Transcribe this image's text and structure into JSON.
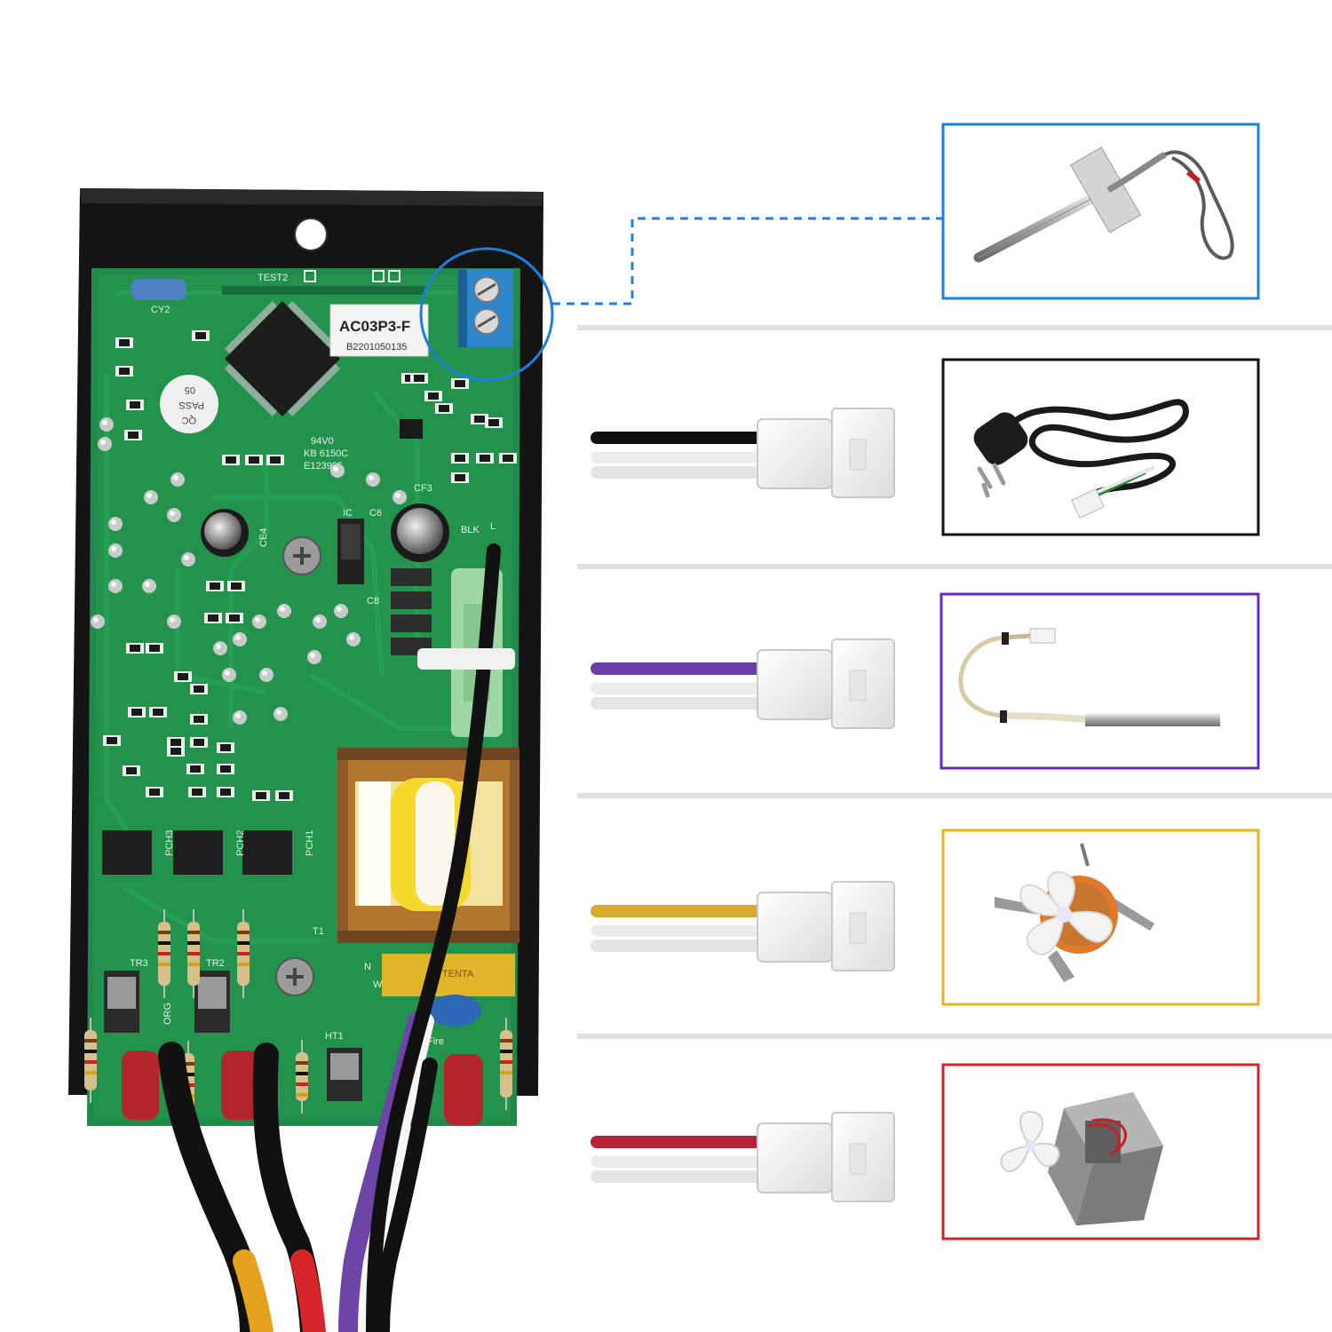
{
  "board": {
    "model_label": "AC03P3-F",
    "serial_label": "B2201050135",
    "qc_line1": "QC",
    "qc_line2": "PASS",
    "qc_line3": "05",
    "test_label": "TEST2",
    "blk_label": "BLK",
    "l_label": "L",
    "fire_label": "Fire",
    "org_label": "ORG",
    "n_label": "N",
    "w_label": "W",
    "t1_label": "T1",
    "ht1_label": "HT1",
    "cy2_label": "CY2",
    "cf3_label": "CF3",
    "ic_label": "IC",
    "c6_label": "C6",
    "c8_label": "C8",
    "ce4_label": "CE4",
    "tr2_label": "TR2",
    "tr3_label": "TR3",
    "pch1_label": "PCH1",
    "pch2_label": "PCH2",
    "pch3_label": "PCH3",
    "fab_line1": "94V0",
    "fab_line2": "KB 6150C",
    "fab_line3": "E123995",
    "tenta_label": "TENTA"
  },
  "colors": {
    "probe_frame": "#1e7fe0",
    "power_frame": "#111111",
    "igniter_frame": "#6a24c8",
    "fan_frame": "#e8b21c",
    "auger_frame": "#d8202a",
    "pcb_green": "#1f8a4a",
    "mount_plate": "#151515"
  },
  "components": [
    {
      "id": "temperature-probe",
      "frame_color": "#1e7fe0",
      "wire_color": null
    },
    {
      "id": "power-cord",
      "frame_color": "#111111",
      "wire_color": "#111111"
    },
    {
      "id": "hot-rod-igniter",
      "frame_color": "#6a24c8",
      "wire_color": "#6b3fa6"
    },
    {
      "id": "induction-fan",
      "frame_color": "#e8b21c",
      "wire_color": "#d9aa2e"
    },
    {
      "id": "auger-motor",
      "frame_color": "#d8202a",
      "wire_color": "#b8203a"
    }
  ]
}
